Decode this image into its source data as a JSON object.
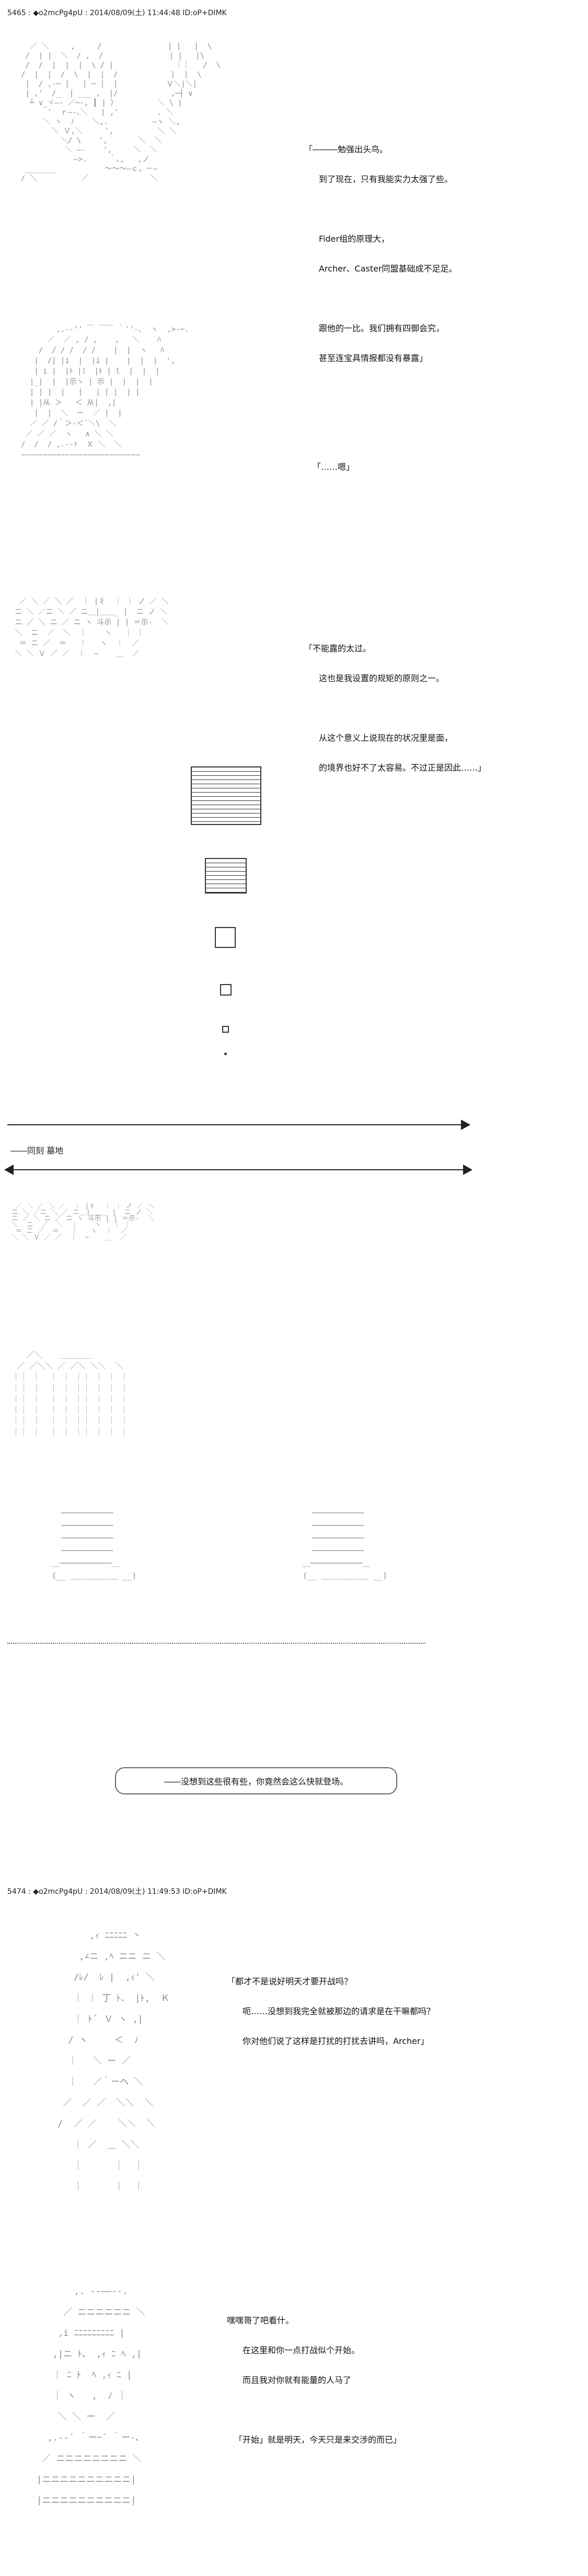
{
  "posts": [
    {
      "header": "5465 : ◆o2mcPg4pU : 2014/08/09(土) 11:44:48 ID:oP+DIMK"
    },
    {
      "header": "5474 : ◆o2mcPg4pU : 2014/08/09(土) 11:49:53 ID:oP+DIMK"
    }
  ],
  "dialogue": {
    "block1": [
      "「―――勉强出头鸟。",
      "到了现在，只有我能实力太强了些。",
      "",
      "Fider组的原理大，",
      "Archer、Caster同盟基础成不足足。",
      "",
      "跟他的一比。我们拥有四御会究，",
      "甚至连宝具情报都没有暴露」"
    ],
    "block2": [
      "「……嗯」"
    ],
    "block3": [
      "「不能露的太过。",
      "这也是我设置的规矩的原则之一。",
      "",
      "从这个意义上说现在的状况里是面，",
      "的境界也好不了太容易。不过正是因此……」"
    ],
    "block4": [
      "「都才不是说好明天才要开战吗？",
      "　呃……没想到我完全就被那边的请求是在干嘛都吗？",
      "　你对他们说了这样是打扰的打扰去讲吗，Archer」"
    ],
    "block5": [
      "嘿嘿哥了吧看什。",
      "　在这里和你一点打战似个开始。",
      "　而且我对你就有能量的人马了",
      "",
      "「开始」就是明天，今天只是来交涉的而已」"
    ]
  },
  "scene": {
    "label": "――同刻 墓地",
    "banner": "――没想到这些很有些，你竟然会这么快就登场。"
  },
  "art": {
    "a1": "  ／ ＼     ,     /               | |   |  \\\n /  | |  ＼  / ,  /               | |   |\\\n /  /  |  |  |  \\ / |              ｜｜   /  \\\n/  |  |  /  \\  |  |  /            |  |  \\\n |  / ,-─ |   | ─ |  |           Ｖ＼|＼|\n | ,'  /_  | ___ ,  |/            ,─┤ ∨\n  ┴ ∨_ヾ―‐ ／─-, ┃ | ）         ＼ \\ |\n      '  ｒ―‐､＼   | ,'         ､ ＼\n     ＼ ヽ  ﾉ    ＼,.          ―ヽ ＼,\n       ＼ Ｖ,＼     ',          ＼ ＼\n         ＼/ \\    ',       ＼  ＼\n          ＼ ―‐    ',     ＼  ＼\n            ―>.     ｀､,   ,ノ\n _______           ～～～―ｃ，－―\n/ ＼          ／              ＼",
    "a2": "        ,.-‐'' ￣ ￣￣ ｀''‐､  ヽ  ,>-─.\n      ／  ／ , / ,    ,   ＼    ﾊ\n    /  / / /  / /    |  |  ヽ   ﾊ\n   |  /| |i  |  |i |    |  |  |  ',\n   | i |  |ﾄ |ﾐ  |ﾄ | l  |  |  |\n  |_|  |  |示ヽ | 示 |  |  |  |\n  | | |  |   |   | | |  | |\n  | |从 ＞   ＜ 从|  ,|\n   |  |  ＼  ー  ／ |  |\n  ／ ／ /｀＞‐＜´＼\\  ＼\n ／ ／ ／  ヽ   ∧ ＼ ＼\n/  /  / ,.-‐ｧ  Ｘ ＼  ＼\n~~~~~~~~~~~~~~~~~~~~~~~~~~~",
    "a3": "  ／ ＼ ／ ＼ ／  ｜ |彳  ｜ ｜ ノ ／ ＼\n ニ ＼ ／ニ ＼ ／ ニ＿|＿＿_ |  ニ ノ ＼\n ニ ／ ＼ ニ ／ ニ ヽ 斗示 | | ＝示-  ＼\n ＼  ニ  ／  ＼  ｜    ヽ   ｜ ｜\n  ＝ ニ ／  ＝   ｜   ヽ  ｜  ／\n ＼ ＼ Ｖ ／ ／  ｜  ~    ＿  ／",
    "a4": "    ／＼    ＿＿＿＿\n  ／ ／＼＼ ／ ／＼ ＼＼  ＼\n ｜｜ ｜  ｜ ｜ ｜｜ ｜ ｜ ｜\n ｜｜ ｜  ｜ ｜ ｜｜ ｜ ｜ ｜\n ｜｜ ｜  ｜ ｜ ｜｜ ｜ ｜ ｜\n ｜｜ ｜  ｜ ｜ ｜｜ ｜ ｜ ｜\n ｜｜ ｜  ｜ ｜ ｜｜ ｜ ｜ ｜\n ｜｜ ｜  ｜ ｜ ｜｜ ｜ ｜ ｜",
    "a5": "   ───────────\n   ───────────\n   ───────────\n   ───────────\n ＿───────────＿\n (__ ＿＿＿＿＿＿ __)",
    "a6": "      ,ｨ ﾆﾆﾆﾆﾆ 丶\n    ,∠ニ ,ﾍ ニニ ニ ＼\n   /ﾚ/  ﾚ |  ,ｨ' ＼\n   ｜ ｜ 丁 ﾄ、 |ﾄ,  Ｋ\n   ｜ ﾄ ﾞ Ｖ ヽ ,|\n  / ヽ     ＜  ﾉ\n  ｜   ＼ ー ／\n  ｜   ／｀ーヘ ＼\n ／  ／ ／  ＼＼  ＼\n/  ／ ／    ＼＼  ＼\n   ｜ ／  ＿ ＼＼\n   ｜      ｜  ｜\n   ｜      ｜  ｜",
    "a7": "       ,. -‐――‐-.\n     ／ ニニニニニニ ＼\n    ,i ﾆﾆﾆﾆﾆﾆﾆﾆﾆ |\n   ,|ニ ﾄ、 ,ｨ ﾆ ﾍ ,|\n   ｜ ﾆ ﾄ  ﾍ ,ｨ ﾆ |\n   ｜ ヽ   ,  ﾉ ｜\n    ＼ ＼ ー  ／\n  ,.-‐´ ｀ーｰ´ ｀ー‐､\n ／ ニニニニニニニニ ＼\n|ニニニニニニニニニニ|\n|ニニニニニニニニニニ|"
  }
}
